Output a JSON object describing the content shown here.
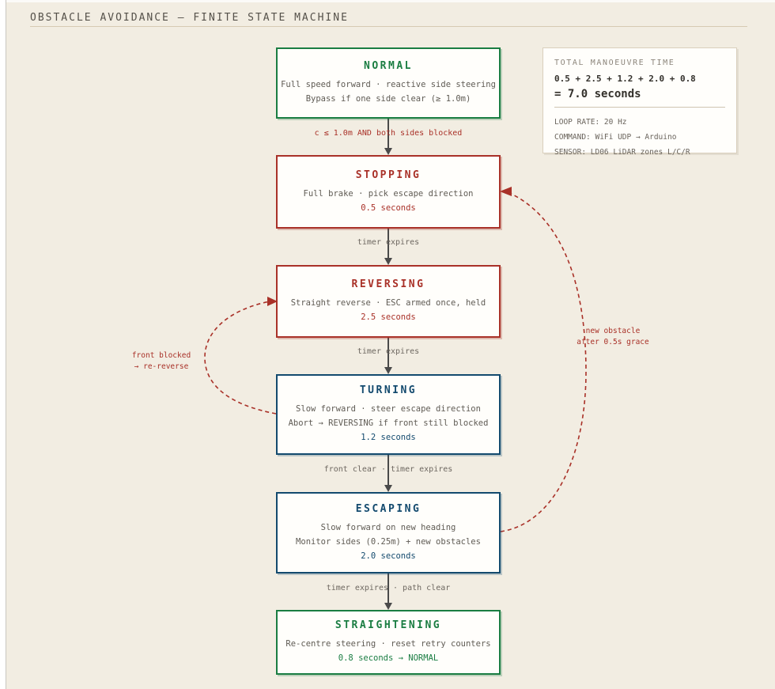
{
  "page": {
    "title": "OBSTACLE AVOIDANCE — FINITE STATE MACHINE"
  },
  "states": {
    "normal": {
      "title": "NORMAL",
      "lines": [
        "Full speed forward · reactive side steering",
        "Bypass if one side clear (≥ 1.0m)"
      ]
    },
    "stopping": {
      "title": "STOPPING",
      "lines": [
        "Full brake · pick escape direction"
      ],
      "duration": "0.5 seconds"
    },
    "reversing": {
      "title": "REVERSING",
      "lines": [
        "Straight reverse · ESC armed once, held"
      ],
      "duration": "2.5 seconds"
    },
    "turning": {
      "title": "TURNING",
      "lines": [
        "Slow forward · steer escape direction",
        "Abort → REVERSING if front still blocked"
      ],
      "duration": "1.2 seconds"
    },
    "escaping": {
      "title": "ESCAPING",
      "lines": [
        "Slow forward on new heading",
        "Monitor sides (0.25m) + new obstacles"
      ],
      "duration": "2.0 seconds"
    },
    "straightening": {
      "title": "STRAIGHTENING",
      "lines": [
        "Re-centre steering · reset retry counters"
      ],
      "duration": "0.8 seconds → NORMAL"
    }
  },
  "transitions": {
    "normal_to_stopping": "c ≤ 1.0m AND both sides blocked",
    "stopping_to_reversing": "timer expires",
    "reversing_to_turning": "timer expires",
    "turning_to_escaping": "front clear · timer expires",
    "escaping_to_straightening": "timer expires · path clear",
    "turning_to_reversing": {
      "line1": "front blocked",
      "line2": "→ re-reverse"
    },
    "escaping_to_stopping": {
      "line1": "new obstacle",
      "line2": "after 0.5s grace"
    }
  },
  "info_panel": {
    "header": "TOTAL MANOEUVRE TIME",
    "calculation": "0.5 + 2.5 + 1.2 + 2.0 + 0.8",
    "total": "= 7.0 seconds",
    "loop_rate": "LOOP RATE: 20 Hz",
    "command": "COMMAND: WiFi UDP → Arduino",
    "sensor": "SENSOR: LD06 LiDAR zones L/C/R"
  },
  "colors": {
    "background": "#f2ede2",
    "box_fill": "#fffefb",
    "green": "#1a7d42",
    "red": "#a93128",
    "blue": "#134a6e",
    "arrow_gray": "#4a4a4a"
  }
}
